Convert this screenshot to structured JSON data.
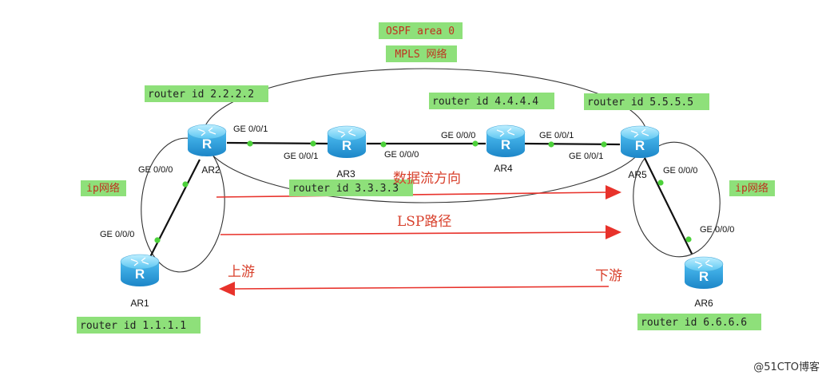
{
  "labels": {
    "ospf_area": "OSPF area 0",
    "mpls_network": "MPLS 网络",
    "ip_network_left": "ip网络",
    "ip_network_right": "ip网络"
  },
  "routers": {
    "ar1": {
      "name": "AR1",
      "router_id": "router id 1.1.1.1",
      "glyph": "R"
    },
    "ar2": {
      "name": "AR2",
      "router_id": "router id 2.2.2.2",
      "glyph": "R"
    },
    "ar3": {
      "name": "AR3",
      "router_id": "router id 3.3.3.3",
      "glyph": "R"
    },
    "ar4": {
      "name": "AR4",
      "router_id": "router id 4.4.4.4",
      "glyph": "R"
    },
    "ar5": {
      "name": "AR5",
      "router_id": "router id 5.5.5.5",
      "glyph": "R"
    },
    "ar6": {
      "name": "AR6",
      "router_id": "router id 6.6.6.6",
      "glyph": "R"
    }
  },
  "ports": {
    "ar2_to_ar3": "GE 0/0/1",
    "ar3_to_ar2": "GE 0/0/1",
    "ar3_to_ar4": "GE 0/0/0",
    "ar4_to_ar3": "GE 0/0/0",
    "ar4_to_ar5": "GE 0/0/1",
    "ar5_to_ar4": "GE 0/0/1",
    "ar2_to_ar1": "GE 0/0/0",
    "ar1_to_ar2": "GE 0/0/0",
    "ar5_to_ar6": "GE 0/0/0",
    "ar6_to_ar5": "GE 0/0/0"
  },
  "arrows": {
    "data_flow": "数据流方向",
    "lsp_path": "LSP路径",
    "upstream": "上游",
    "downstream": "下游"
  },
  "watermark": "@51CTO博客",
  "colors": {
    "tag_background": "#8ee07a",
    "arrow_red": "#e8322b",
    "router_blue": "#3fb2e8",
    "link_dot": "#4cd13a"
  }
}
